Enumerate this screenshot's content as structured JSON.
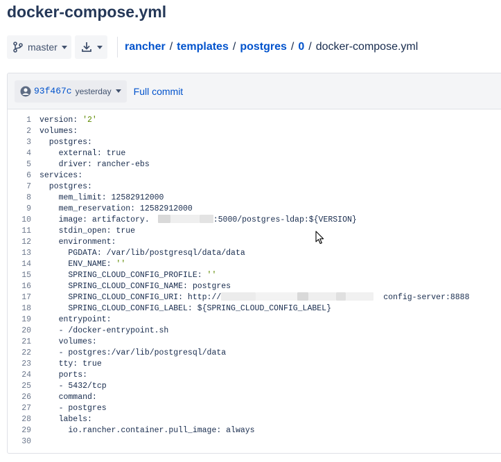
{
  "file_title": "docker-compose.yml",
  "toolbar": {
    "branch_label": "master",
    "branch_icon": "branch-icon",
    "download_icon": "download-icon"
  },
  "breadcrumb": [
    {
      "label": "rancher"
    },
    {
      "label": "templates"
    },
    {
      "label": "postgres"
    },
    {
      "label": "0"
    }
  ],
  "breadcrumb_current": "docker-compose.yml",
  "breadcrumb_separator": "/",
  "file_header": {
    "commit_hash": "93f467c",
    "commit_time": "yesterday",
    "full_commit_label": "Full commit"
  },
  "code": {
    "line_numbers": [
      "1",
      "2",
      "3",
      "4",
      "5",
      "6",
      "7",
      "8",
      "9",
      "10",
      "11",
      "12",
      "13",
      "14",
      "15",
      "16",
      "17",
      "18",
      "19",
      "20",
      "21",
      "22",
      "23",
      "24",
      "25",
      "26",
      "27",
      "28",
      "29",
      "30"
    ],
    "lines": [
      "version: '2'",
      "volumes:",
      "  postgres:",
      "    external: true",
      "    driver: rancher-ebs",
      "services:",
      "  postgres:",
      "    mem_limit: 12582912000",
      "    mem_reservation: 12582912000",
      "    image: artifactory.",
      "    stdin_open: true",
      "    environment:",
      "      PGDATA: /var/lib/postgresql/data/data",
      "      ENV_NAME: ''",
      "      SPRING_CLOUD_CONFIG_PROFILE: ''",
      "      SPRING_CLOUD_CONFIG_NAME: postgres",
      "      SPRING_CLOUD_CONFIG_URI: http://",
      "      SPRING_CLOUD_CONFIG_LABEL: ${SPRING_CLOUD_CONFIG_LABEL}",
      "    entrypoint:",
      "    - /docker-entrypoint.sh",
      "    volumes:",
      "    - postgres:/var/lib/postgresql/data",
      "    tty: true",
      "    ports:",
      "    - 5432/tcp",
      "    command:",
      "    - postgres",
      "    labels:",
      "      io.rancher.container.pull_image: always",
      ""
    ],
    "line10_suffix": ":5000/postgres-ldap:${VERSION}",
    "line17_suffix": "config-server:8888"
  },
  "colors": {
    "link": "#0052cc",
    "string": "#5e8a00",
    "redacted": "#e8e8e8"
  }
}
